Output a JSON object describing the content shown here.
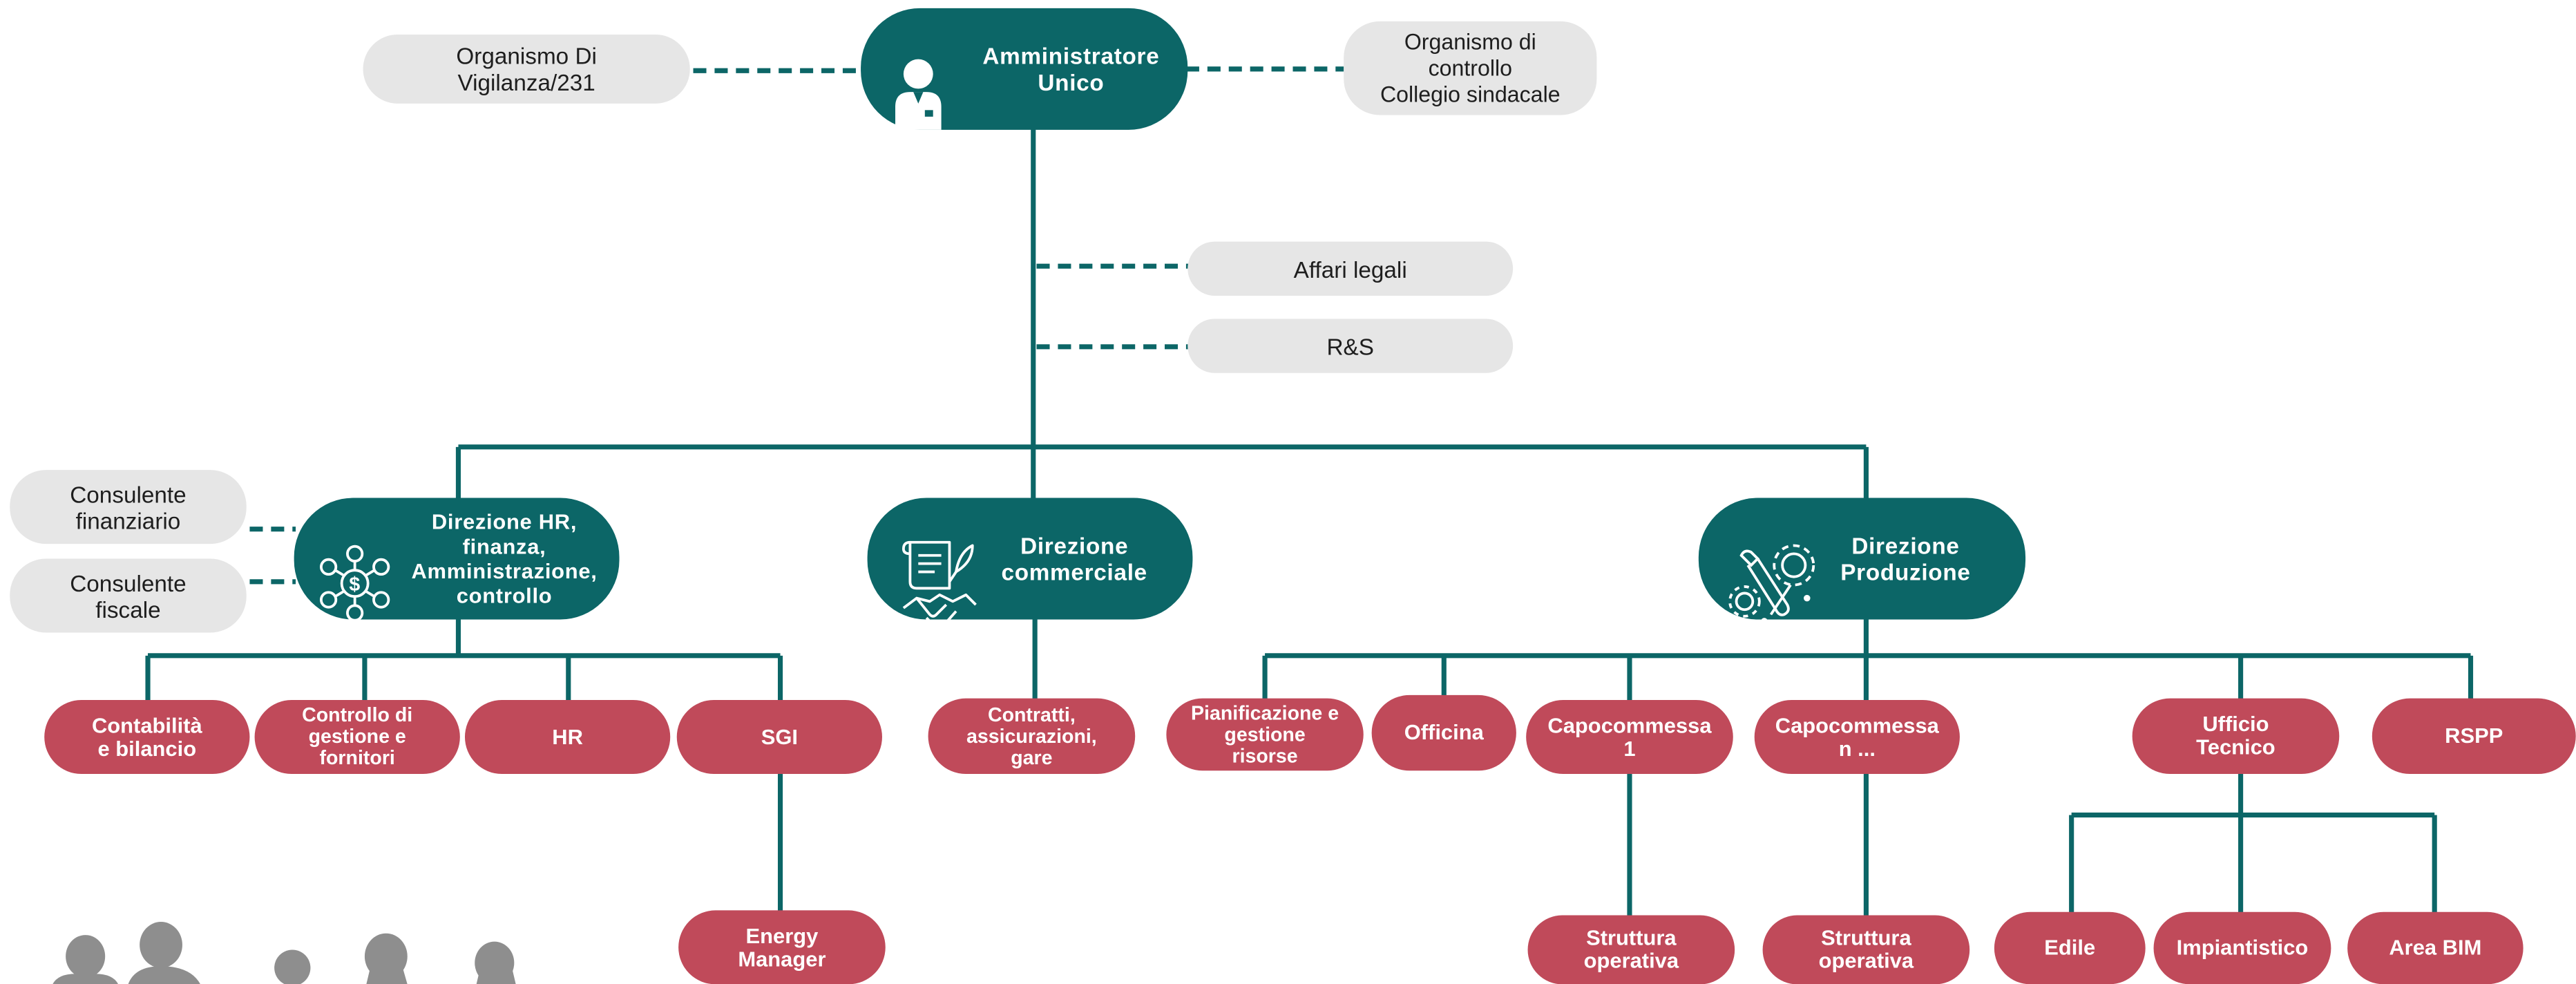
{
  "colors": {
    "teal": "#0c6667",
    "red": "#c04a5a",
    "gray": "#e6e6e6",
    "silhouette": "#8e8e8e"
  },
  "top": {
    "admin": "Amministratore\nUnico",
    "vigilanza": "Organismo Di\nVigilanza/231",
    "controllo": "Organismo di\ncontrollo\nCollegio sindacale",
    "affari_legali": "Affari legali",
    "rs": "R&S"
  },
  "directions": {
    "hr": "Direzione HR,\nfinanza,\nAmministrazione,\ncontrollo",
    "commerciale": "Direzione\ncommerciale",
    "produzione": "Direzione\nProduzione"
  },
  "consultants": {
    "finanziario": "Consulente\nfinanziario",
    "fiscale": "Consulente\nfiscale"
  },
  "units": {
    "contabilita": "Contabilità\ne bilancio",
    "controllo_gestione": "Controllo di\ngestione e\nfornitori",
    "hr": "HR",
    "sgi": "SGI",
    "energy_manager": "Energy\nManager",
    "contratti": "Contratti,\nassicurazioni,\ngare",
    "pianificazione": "Pianificazione e\ngestione\nrisorse",
    "officina": "Officina",
    "capocommessa_1": "Capocommessa\n1",
    "capocommessa_n": "Capocommessa\nn ...",
    "ufficio_tecnico": "Ufficio\nTecnico",
    "rspp": "RSPP",
    "struttura_1": "Struttura\noperativa",
    "struttura_n": "Struttura\noperativa",
    "edile": "Edile",
    "impiantistico": "Impiantistico",
    "area_bim": "Area BIM"
  },
  "icons": {
    "admin": "person-icon",
    "hr": "finance-network-icon",
    "commerciale": "contract-handshake-icon",
    "produzione": "gears-tools-icon",
    "people": "people-silhouettes"
  }
}
